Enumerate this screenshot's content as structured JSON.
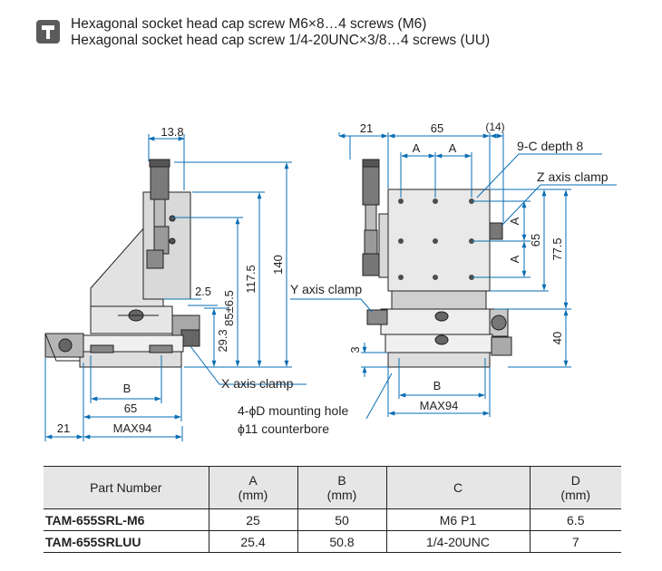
{
  "note": {
    "icon": "screw-icon",
    "lines": [
      "Hexagonal socket head cap screw M6×8…4 screws (M6)",
      "Hexagonal socket head cap screw 1/4-20UNC×3/8…4 screws (UU)"
    ]
  },
  "drawing": {
    "left_view": {
      "dims": [
        "13.8",
        "140",
        "117.5",
        "85±6.5",
        "2.5",
        "29.3",
        "B",
        "65",
        "MAX94",
        "21"
      ]
    },
    "right_view": {
      "dims": [
        "21",
        "65",
        "(14)",
        "A",
        "A",
        "A",
        "A",
        "65",
        "77.5",
        "40",
        "3",
        "B",
        "MAX94"
      ]
    },
    "callouts": {
      "hole_pattern": "9-C depth 8",
      "z_clamp": "Z axis clamp",
      "y_clamp": "Y axis clamp",
      "x_clamp": "X axis clamp",
      "mounting_hole_1": "4-ϕD mounting hole",
      "mounting_hole_2": "ϕ11 counterbore"
    }
  },
  "table": {
    "headers": [
      {
        "line1": "Part Number",
        "line2": ""
      },
      {
        "line1": "A",
        "line2": "(mm)"
      },
      {
        "line1": "B",
        "line2": "(mm)"
      },
      {
        "line1": "C",
        "line2": ""
      },
      {
        "line1": "D",
        "line2": "(mm)"
      }
    ],
    "rows": [
      [
        "TAM-655SRL-M6",
        "25",
        "50",
        "M6 P1",
        "6.5"
      ],
      [
        "TAM-655SRLUU",
        "25.4",
        "50.8",
        "1/4-20UNC",
        "7"
      ]
    ]
  },
  "colors": {
    "leader": "#0a6eb4",
    "outline": "#231f20",
    "stage_fill": "#ececec",
    "header_fill": "#e6e6e6"
  }
}
